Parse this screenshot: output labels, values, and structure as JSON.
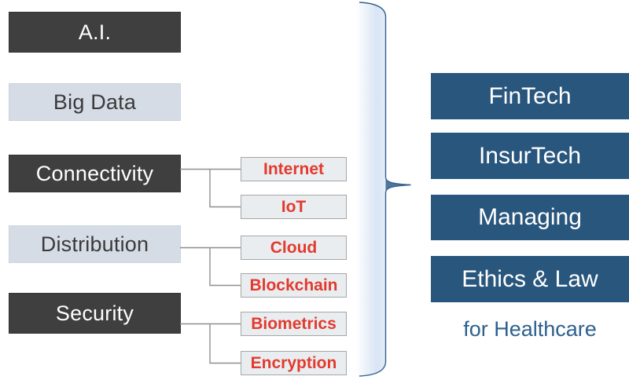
{
  "diagram": {
    "left": {
      "items": [
        {
          "label": "A.I.",
          "style": "dark"
        },
        {
          "label": "Big Data",
          "style": "light"
        },
        {
          "label": "Connectivity",
          "style": "dark"
        },
        {
          "label": "Distribution",
          "style": "light"
        },
        {
          "label": "Security",
          "style": "dark"
        }
      ]
    },
    "middle": {
      "items": [
        {
          "label": "Internet"
        },
        {
          "label": "IoT"
        },
        {
          "label": "Cloud"
        },
        {
          "label": "Blockchain"
        },
        {
          "label": "Biometrics"
        },
        {
          "label": "Encryption"
        }
      ]
    },
    "right": {
      "items": [
        {
          "label": "FinTech"
        },
        {
          "label": "InsurTech"
        },
        {
          "label": "Managing"
        },
        {
          "label": "Ethics & Law"
        }
      ],
      "footer": "for Healthcare"
    }
  },
  "colors": {
    "dark_box": "#3F3F3F",
    "light_box": "#D6DCE5",
    "sub_box_fill": "#EAEDEF",
    "sub_box_border": "#A6A6A6",
    "sub_text_red": "#E23A2E",
    "blue_box": "#29567D",
    "footer_blue": "#2D618F",
    "connector_gray": "#8E8E8E",
    "brace_stroke": "#33618E"
  }
}
